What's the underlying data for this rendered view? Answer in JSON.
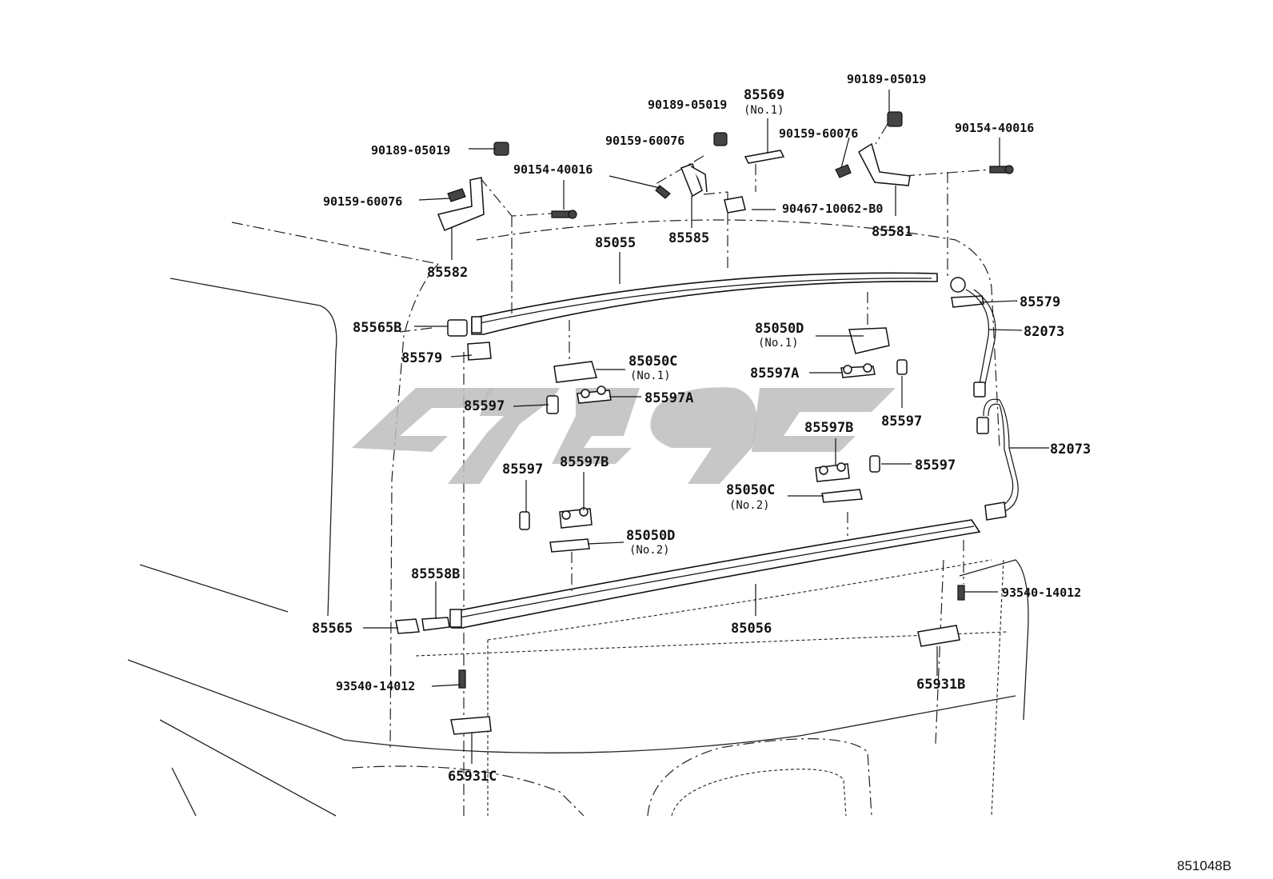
{
  "diagram_code": "851048B",
  "labels": {
    "l_90189_a": "90189-05019",
    "l_90159_a": "90159-60076",
    "l_85582": "85582",
    "l_90154_a": "90154-40016",
    "l_90189_b": "90189-05019",
    "l_90159_b": "90159-60076",
    "l_85569": "85569",
    "l_85569_sub": "(No.1)",
    "l_90467": "90467-10062-B0",
    "l_85585": "85585",
    "l_85055": "85055",
    "l_90189_c": "90189-05019",
    "l_90159_c": "90159-60076",
    "l_90154_b": "90154-40016",
    "l_85581": "85581",
    "l_85579_r": "85579",
    "l_82073_a": "82073",
    "l_82073_b": "82073",
    "l_85565B": "85565B",
    "l_85579_l": "85579",
    "l_85050C_1": "85050C",
    "l_85050C_1_sub": "(No.1)",
    "l_85050D_1": "85050D",
    "l_85050D_1_sub": "(No.1)",
    "l_85597A_r": "85597A",
    "l_85597_r1": "85597",
    "l_85597_l1": "85597",
    "l_85597A_l": "85597A",
    "l_85597B_r": "85597B",
    "l_85597_r2": "85597",
    "l_85597_l2": "85597",
    "l_85597B_l": "85597B",
    "l_85050C_2": "85050C",
    "l_85050C_2_sub": "(No.2)",
    "l_85050D_2": "85050D",
    "l_85050D_2_sub": "(No.2)",
    "l_85558B": "85558B",
    "l_85565": "85565",
    "l_85056": "85056",
    "l_93540_r": "93540-14012",
    "l_93540_l": "93540-14012",
    "l_65931B": "65931B",
    "l_65931C": "65931C"
  }
}
